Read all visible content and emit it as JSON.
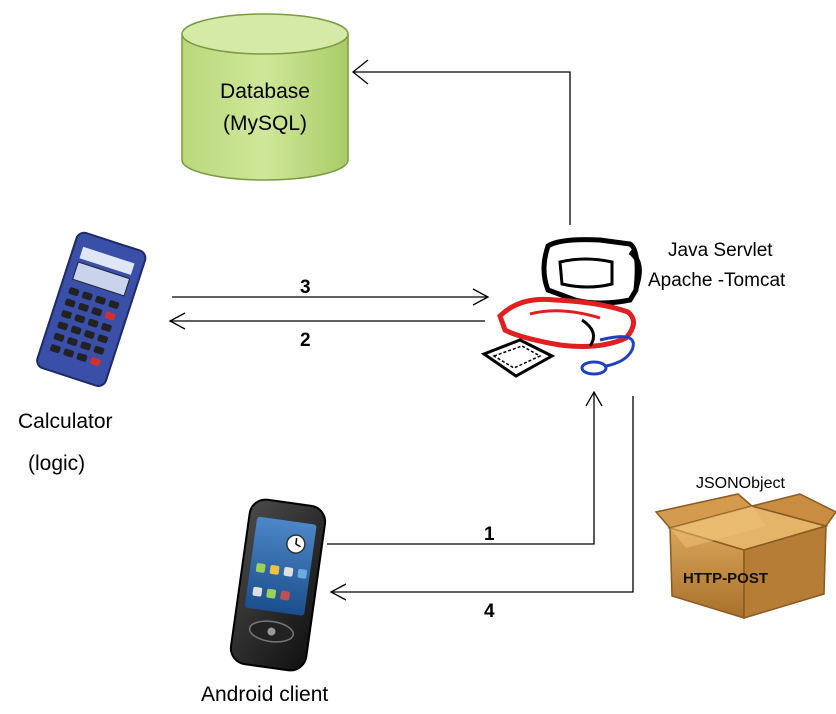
{
  "database": {
    "line1": "Database",
    "line2": "(MySQL)"
  },
  "server": {
    "line1": "Java Servlet",
    "line2": "Apache -Tomcat"
  },
  "calculator": {
    "line1": "Calculator",
    "line2": "(logic)"
  },
  "client": {
    "label": "Android client"
  },
  "payload": {
    "caption": "JSONObject",
    "box_text": "HTTP-POST"
  },
  "steps": {
    "s1": "1",
    "s2": "2",
    "s3": "3",
    "s4": "4"
  },
  "colors": {
    "database_fill": "#c5e08a",
    "database_stroke": "#6f8f3a",
    "box_fill": "#c99343",
    "monitor_red": "#e02020",
    "keyboard_blue": "#2040c0",
    "calculator_blue": "#3a4fa8"
  }
}
